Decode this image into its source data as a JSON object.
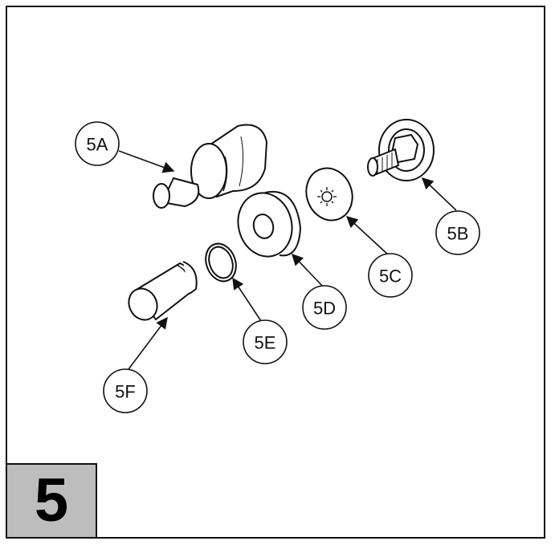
{
  "step_number": "5",
  "callouts": {
    "a": "5A",
    "b": "5B",
    "c": "5C",
    "d": "5D",
    "e": "5E",
    "f": "5F"
  },
  "colors": {
    "line": "#111111",
    "step_box_fill": "#bdbdbd",
    "part_fill": "#ffffff"
  }
}
